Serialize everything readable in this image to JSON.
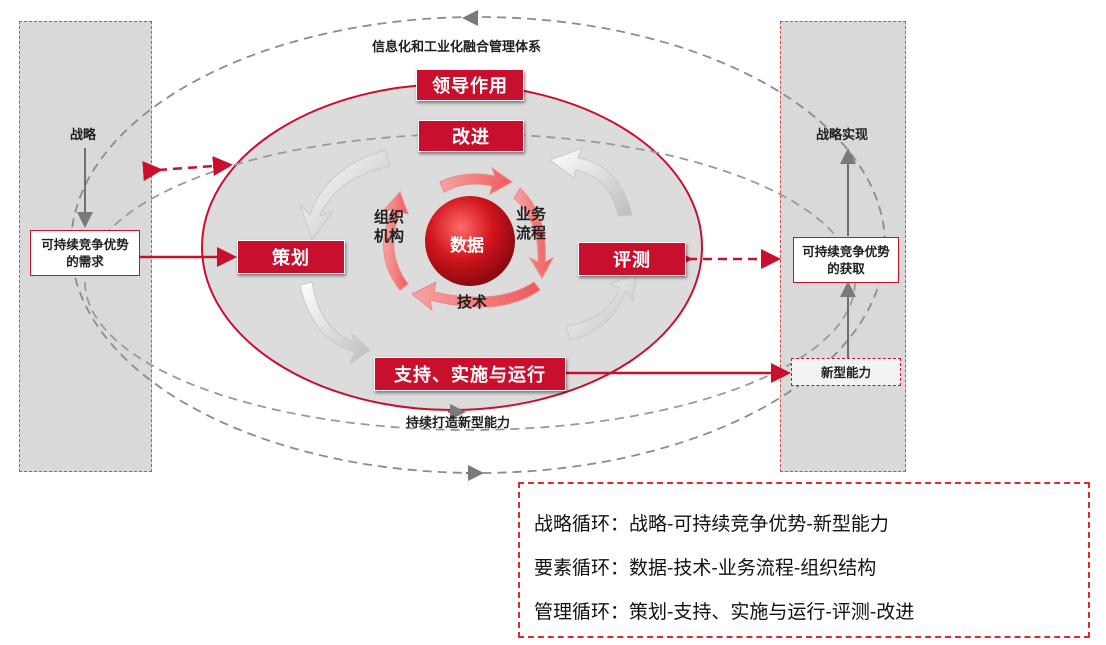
{
  "diagram": {
    "outer_title": "信息化和工业化融合管理体系",
    "bottom_caption": "持续打造新型能力",
    "left_panel": {
      "top_label": "战略",
      "box_label": "可持续竞争优势的需求"
    },
    "right_panel": {
      "top_label": "战略实现",
      "box_label": "可持续竞争优势的获取",
      "bottom_box_label": "新型能力"
    },
    "leadership": "领导作用",
    "improve": "改进",
    "plan": "策划",
    "evaluate": "评测",
    "support": "支持、实施与运行",
    "center": "数据",
    "factor_org": "组织机构",
    "factor_business": "业务流程",
    "factor_tech": "技术"
  },
  "legend": {
    "line1": "战略循环：战略-可持续竞争优势-新型能力",
    "line2": "要素循环：数据-技术-业务流程-组织结构",
    "line3": "管理循环：策划-支持、实施与运行-评测-改进"
  },
  "colors": {
    "brand_red": "#c8102e",
    "panel_gray": "#d9d9d9",
    "dashed_gray": "#8c8c8c"
  }
}
